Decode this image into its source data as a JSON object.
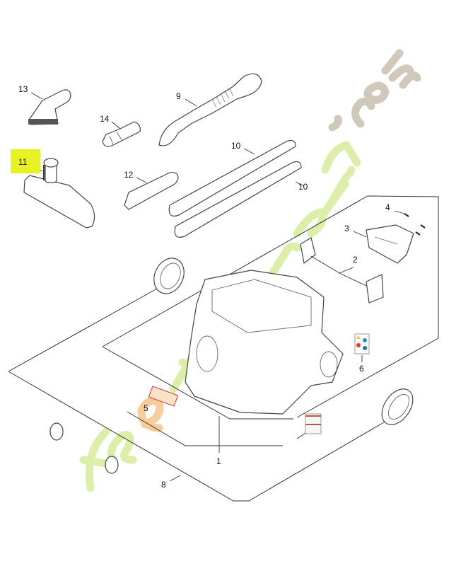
{
  "diagram": {
    "highlight_color": "#e6f224",
    "callouts": [
      {
        "id": "c13",
        "label": "13"
      },
      {
        "id": "c9",
        "label": "9"
      },
      {
        "id": "c14",
        "label": "14"
      },
      {
        "id": "c11",
        "label": "11",
        "highlighted": true
      },
      {
        "id": "c12",
        "label": "12"
      },
      {
        "id": "c10a",
        "label": "10"
      },
      {
        "id": "c10b",
        "label": "10"
      },
      {
        "id": "c4",
        "label": "4"
      },
      {
        "id": "c3",
        "label": "3"
      },
      {
        "id": "c2",
        "label": "2"
      },
      {
        "id": "c6",
        "label": "6"
      },
      {
        "id": "c5",
        "label": "5"
      },
      {
        "id": "c1",
        "label": "1"
      },
      {
        "id": "c8",
        "label": "8"
      }
    ],
    "watermark": {
      "text": "feretjardin.com",
      "colors": [
        "#d6ec9a",
        "#f7c48a",
        "#c8bfae"
      ]
    }
  }
}
